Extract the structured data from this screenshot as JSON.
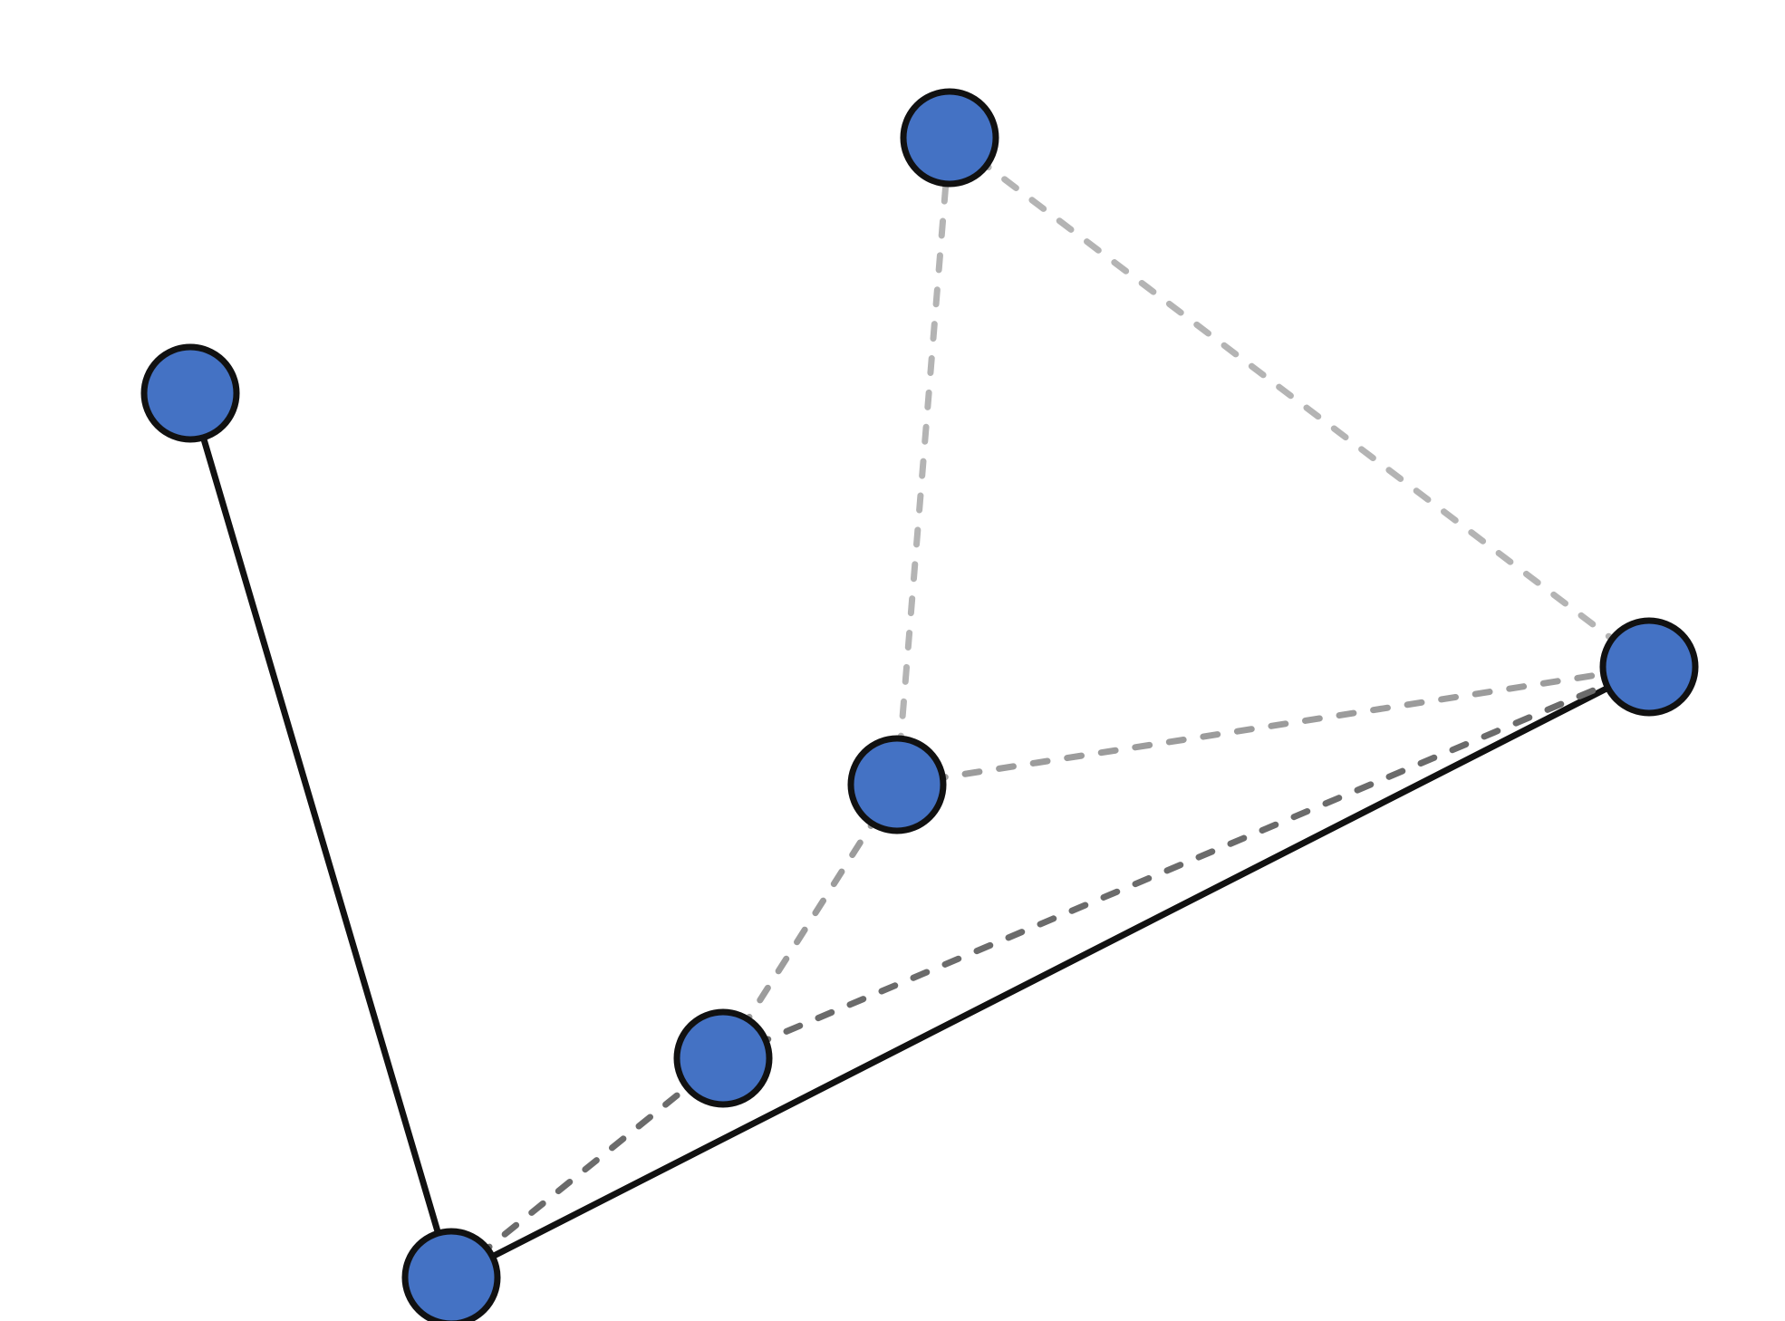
{
  "colors": {
    "background": "#ffffff",
    "node_fill": "#4472c4",
    "node_stroke": "#111111",
    "edge_solid": "#111111",
    "edge_dark_dashed": "#6b6b6b",
    "edge_light_dashed": "#b4b4b4",
    "edge_mid_dashed": "#9c9c9c"
  },
  "nodes": [
    {
      "id": "top"
    },
    {
      "id": "left"
    },
    {
      "id": "right"
    },
    {
      "id": "center"
    },
    {
      "id": "lower-middle"
    },
    {
      "id": "bottom"
    }
  ],
  "edges": [
    {
      "from": "left",
      "to": "bottom",
      "style": "solid",
      "color_key": "edge_solid"
    },
    {
      "from": "bottom",
      "to": "right",
      "style": "solid",
      "color_key": "edge_solid"
    },
    {
      "from": "bottom",
      "to": "lower-middle",
      "style": "dashed",
      "color_key": "edge_dark_dashed"
    },
    {
      "from": "lower-middle",
      "to": "right",
      "style": "dashed",
      "color_key": "edge_dark_dashed"
    },
    {
      "from": "lower-middle",
      "to": "center",
      "style": "dashed",
      "color_key": "edge_mid_dashed"
    },
    {
      "from": "center",
      "to": "right",
      "style": "dashed",
      "color_key": "edge_mid_dashed"
    },
    {
      "from": "center",
      "to": "top",
      "style": "dashed",
      "color_key": "edge_light_dashed"
    },
    {
      "from": "top",
      "to": "right",
      "style": "dashed",
      "color_key": "edge_light_dashed"
    }
  ]
}
